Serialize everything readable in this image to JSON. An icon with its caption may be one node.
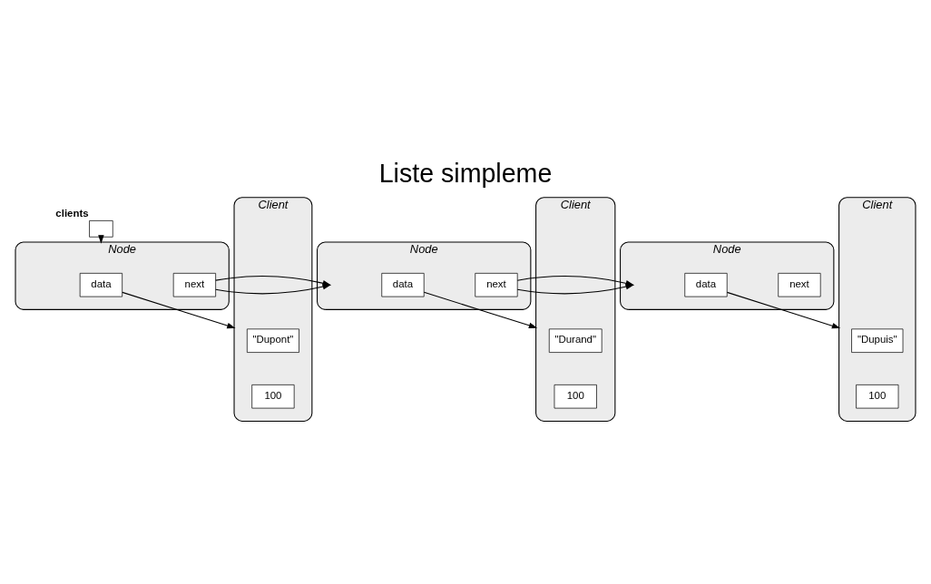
{
  "diagram": {
    "title": "Liste simpleme",
    "nodes": [
      {
        "text": [],
        "shape": "box",
        "beside": [
          "clients"
        ]
      },
      {
        "text": [
          "Node"
        ]
      },
      {
        "text": [
          "data"
        ],
        "in": 1
      },
      {
        "text": [
          "next"
        ],
        "in": 1
      },
      {
        "text": [
          "Node"
        ]
      },
      {
        "text": [
          "data"
        ],
        "in": 4
      },
      {
        "text": [
          "next"
        ],
        "in": 4
      },
      {
        "text": [
          "Node"
        ]
      },
      {
        "text": [
          "data"
        ],
        "in": 7
      },
      {
        "text": [
          "next"
        ],
        "in": 7
      },
      {
        "text": [
          "Client"
        ]
      },
      {
        "text": [
          "\"Dupont\""
        ],
        "in": 10
      },
      {
        "text": [
          "100"
        ],
        "in": 10
      },
      {
        "text": [
          "Client"
        ]
      },
      {
        "text": [
          "\"Durand\""
        ],
        "in": 13
      },
      {
        "text": [
          "100"
        ],
        "in": 13
      },
      {
        "text": [
          "Client"
        ]
      },
      {
        "text": [
          "\"Dupuis\""
        ],
        "in": 16
      },
      {
        "text": [
          "100"
        ],
        "in": 16
      }
    ],
    "edges": [
      {
        "from": 0,
        "to": 1,
        "arrow": "to"
      },
      {
        "from": 3,
        "to": 4,
        "arrow": "to"
      },
      {
        "from": 6,
        "to": 7,
        "arrow": "to"
      },
      {
        "from": 2,
        "to": 10,
        "arrow": "to"
      },
      {
        "from": 5,
        "to": 13,
        "arrow": "to"
      },
      {
        "from": 8,
        "to": 16,
        "arrow": "to"
      }
    ]
  }
}
